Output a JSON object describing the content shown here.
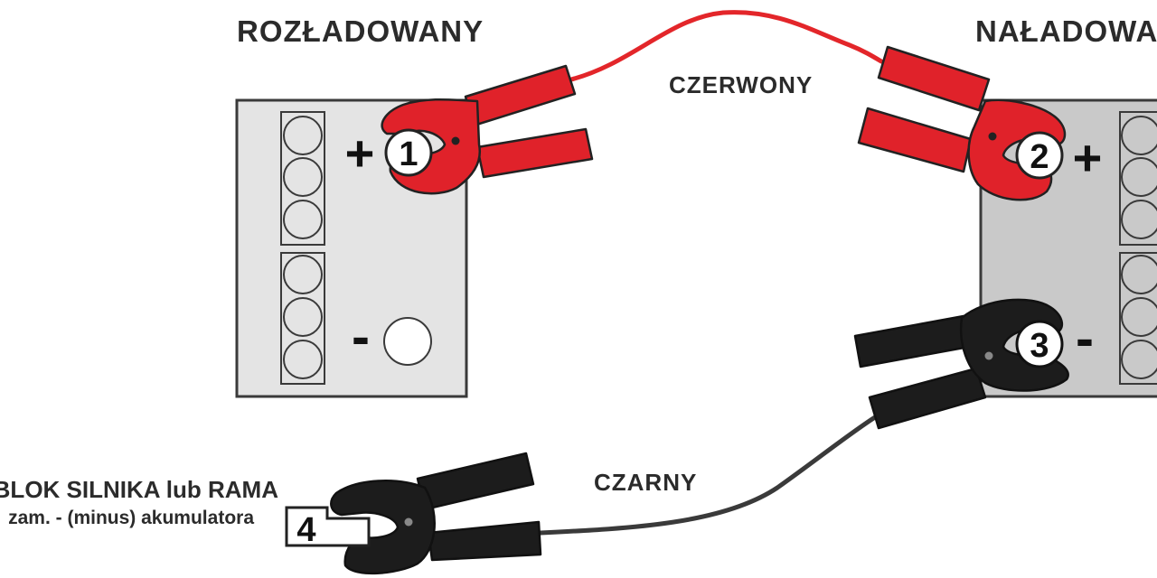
{
  "labels": {
    "discharged": "ROZŁADOWANY",
    "charged": "NAŁADOWANY",
    "red_wire": "CZERWONY",
    "black_wire": "CZARNY",
    "ground_line1": "BLOK SILNIKA lub RAMA",
    "ground_line2": "zam. - (minus) akumulatora"
  },
  "steps": {
    "one": "1",
    "two": "2",
    "three": "3",
    "four": "4"
  },
  "polarity": {
    "plus": "+",
    "minus": "-"
  },
  "colors": {
    "red_clamp": "#e0222a",
    "black_clamp": "#1c1c1c",
    "discharged_battery": "#e4e4e4",
    "charged_battery": "#c9c9c9",
    "red_cable": "#e3262a",
    "black_cable": "#3a3a3a"
  }
}
